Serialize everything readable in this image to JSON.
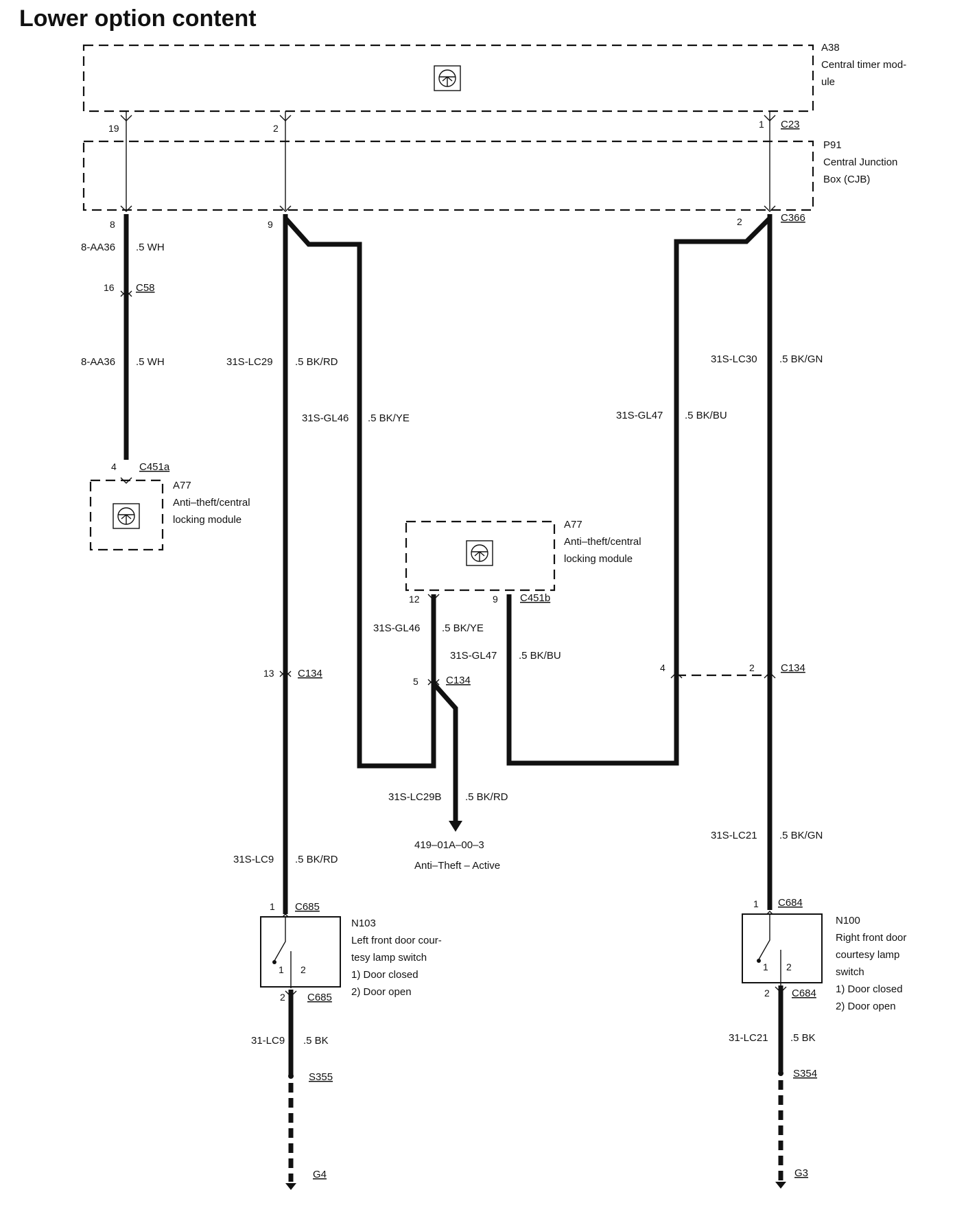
{
  "page": {
    "title": "Lower option content"
  },
  "modules": {
    "a38": {
      "id": "A38",
      "line1": "Central timer mod-",
      "line2": "ule"
    },
    "p91": {
      "id": "P91",
      "line1": "Central Junction",
      "line2": "Box (CJB)"
    },
    "a77_left": {
      "id": "A77",
      "line1": "Anti–theft/central",
      "line2": "locking module"
    },
    "a77_center": {
      "id": "A77",
      "line1": "Anti–theft/central",
      "line2": "locking module"
    },
    "n103": {
      "id": "N103",
      "line1": "Left front door cour-",
      "line2": "tesy lamp switch",
      "opt1": "1)     Door closed",
      "opt2": "2)     Door open"
    },
    "n100": {
      "id": "N100",
      "line1": "Right front door",
      "line2": "courtesy lamp",
      "line3": "switch",
      "opt1": "1)     Door closed",
      "opt2": "2)     Door open"
    }
  },
  "connectors": {
    "c23": "C23",
    "c366": "C366",
    "c58": "C58",
    "c451a": "C451a",
    "c451b": "C451b",
    "c134_left": "C134",
    "c134_center": "C134",
    "c134_right": "C134",
    "c685_top": "C685",
    "c685_bottom": "C685",
    "c684_top": "C684",
    "c684_bottom": "C684",
    "s355": "S355",
    "s354": "S354",
    "g4": "G4",
    "g3": "G3"
  },
  "pins": {
    "a38_19": "19",
    "a38_2": "2",
    "a38_1": "1",
    "cjb_8": "8",
    "cjb_9": "9",
    "cjb_2": "2",
    "c58_16": "16",
    "c451a_4": "4",
    "c451b_12": "12",
    "c451b_9": "9",
    "c134_13": "13",
    "c134_5": "5",
    "c134_4": "4",
    "c134_2": "2",
    "c685_1": "1",
    "c685_2": "2",
    "c684_1": "1",
    "c684_2": "2",
    "n103_sw1": "1",
    "n103_sw2": "2",
    "n100_sw1": "1",
    "n100_sw2": "2"
  },
  "wires": {
    "aa36_top": {
      "circuit": "8-AA36",
      "spec": ".5 WH"
    },
    "aa36_bottom": {
      "circuit": "8-AA36",
      "spec": ".5 WH"
    },
    "lc29": {
      "circuit": "31S-LC29",
      "spec": ".5 BK/RD"
    },
    "gl46_top": {
      "circuit": "31S-GL46",
      "spec": ".5 BK/YE"
    },
    "gl46_bottom": {
      "circuit": "31S-GL46",
      "spec": ".5 BK/YE"
    },
    "lc30": {
      "circuit": "31S-LC30",
      "spec": ".5 BK/GN"
    },
    "gl47_top": {
      "circuit": "31S-GL47",
      "spec": ".5 BK/BU"
    },
    "gl47_bottom": {
      "circuit": "31S-GL47",
      "spec": ".5 BK/BU"
    },
    "lc29b": {
      "circuit": "31S-LC29B",
      "spec": ".5 BK/RD"
    },
    "lc9": {
      "circuit": "31S-LC9",
      "spec": ".5 BK/RD"
    },
    "lc21": {
      "circuit": "31S-LC21",
      "spec": ".5 BK/GN"
    },
    "lc9_ground": {
      "circuit": "31-LC9",
      "spec": ".5 BK"
    },
    "lc21_ground": {
      "circuit": "31-LC21",
      "spec": ".5 BK"
    }
  },
  "reference": {
    "code": "419–01A–00–3",
    "title": "Anti–Theft – Active"
  }
}
